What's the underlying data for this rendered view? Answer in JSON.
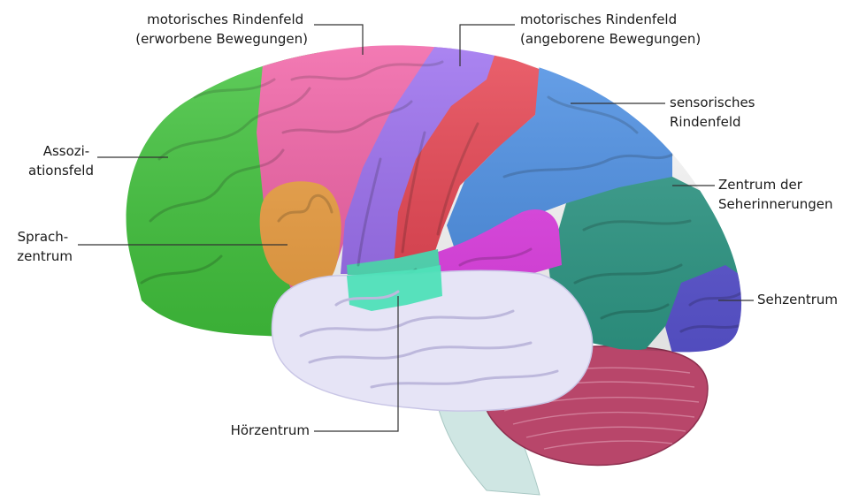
{
  "labels": {
    "motor_acquired": "motorisches Rindenfeld\n(erworbene Bewegungen)",
    "motor_innate": "motorisches Rindenfeld\n(angeborene Bewegungen)",
    "sensory": "sensorisches\nRindenfeld",
    "association": "Assozi-\nationsfeld",
    "visual_memory": "Zentrum der\nSeherinnerungen",
    "speech": "Sprach-\nzentrum",
    "visual": "Sehzentrum",
    "auditory": "Hörzentrum"
  },
  "colors": {
    "association": "#3fc43a",
    "motor_acquired": "#f25fa5",
    "motor_innate": "#9a6cf0",
    "motor_strip_red": "#e8414f",
    "sensory": "#4a8fe6",
    "visual_memory": "#2e9b88",
    "visual": "#5b55d6",
    "speech": "#f0a040",
    "auditory": "#4fe0b8",
    "taste_band": "#e43fe8",
    "temporal": "#e6e4f6",
    "cerebellum": "#b8466a",
    "brainstem": "#cfe6e3"
  }
}
